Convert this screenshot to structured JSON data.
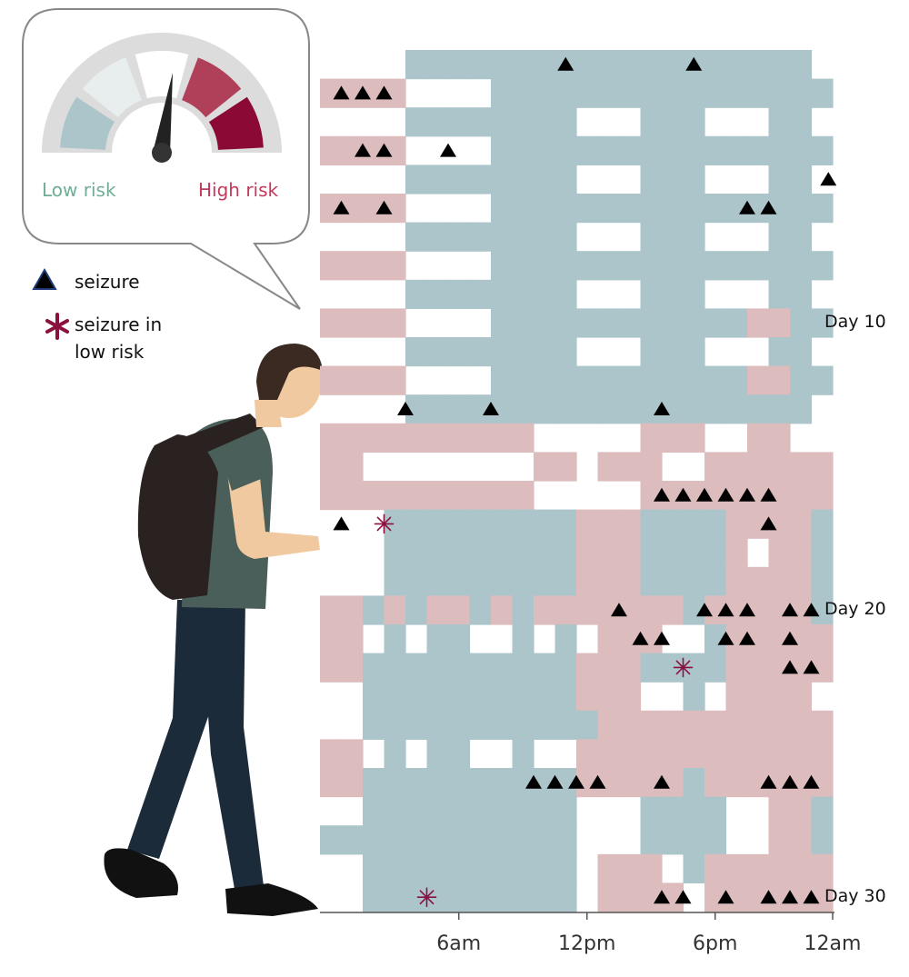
{
  "colors": {
    "low": "#acc5ca",
    "high": "#dcbcbc",
    "none": "#ffffff",
    "seizure": "#000000",
    "low_risk_seizure": "#8a1040",
    "axis": "#555555"
  },
  "gauge": {
    "low_label": "Low risk",
    "high_label": "High risk"
  },
  "legend": {
    "seizure_label": "seizure",
    "low_risk_line1": "seizure in",
    "low_risk_line2": "low risk"
  },
  "chart_data": {
    "type": "heatmap",
    "x_unit": "hour of day",
    "x_range": [
      -0.5,
      23.5
    ],
    "y_unit": "day",
    "y_range": [
      1,
      30
    ],
    "x_ticks": [
      {
        "x": 6,
        "label": "6am"
      },
      {
        "x": 12,
        "label": "12pm"
      },
      {
        "x": 18,
        "label": "6pm"
      },
      {
        "x": 23.5,
        "label": "12am"
      }
    ],
    "y_labels": [
      {
        "day": 10,
        "label": "Day 10"
      },
      {
        "day": 20,
        "label": "Day 20"
      },
      {
        "day": 30,
        "label": "Day 30"
      }
    ],
    "risk_key": "L = low risk, H = high risk, - = no estimate; column index 0 = first hour cell from the left",
    "risk_grid": [
      "----LLLLLLLLLLLLLLLLLLL-",
      "HHHH----LLLLLLLLLLLLLLLL",
      "----LLLLLLLL---LLL---LL-",
      "HHHH----LLLLLLLLLLLLLLLL",
      "----LLLLLLLL---LLL---LL-",
      "HHHH----LLLLLLLLLLLLLLLL",
      "----LLLLLLLL---LLL---LL-",
      "HHHH----LLLLLLLLLLLLLLLL",
      "----LLLLLLLL---LLL---LL-",
      "HHHH----LLLLLLLLLLLLHHLL",
      "----LLLLLLLL---LLL---LL-",
      "HHHH----LLLLLLLLLLLLHHLL",
      "----LLLLLLLLLLLLLLLLLLL-",
      "HHHHHHHHHH-----HHH--HH--",
      "HH--------HH-HHH--HHHHHH",
      "HHHHHHHHHH-----HHHHHHHHH",
      "---LLLLLLLLLHHHLLLLHHHHL",
      "---LLLLLLLLLHHHLLLLH-HHL",
      "---LLLLLLLLLHHHLLLLHHHHL",
      "HHLHLHHLHLHHHHHHHLHHHHHL",
      "HH-L-LL--L-L-HHH--LHHHHH",
      "HHLLLLLLLLLLHHHLLLLHHHHH",
      "--LLLLLLLLLLHHH--L-HHHH-",
      "--LLLLLLLLLLLHHHHHHHHHHH",
      "HH-L-LL--L--HHHHHHHHHHHH",
      "HHLLLLLLLLLLHHHHHLHHHHHH",
      "--LLLLLLLLLL---LLLL--HHL",
      "LLLLLLLLLLLL---LLLL--HHL",
      "--LLLLLLLLLL-HHH-LHHHHHH",
      "--LLLLLLLLLL-HHHH-HHHHHH"
    ],
    "seizures": [
      {
        "day": 1,
        "hour": 11
      },
      {
        "day": 1,
        "hour": 17
      },
      {
        "day": 2,
        "hour": 0.5
      },
      {
        "day": 2,
        "hour": 1.5
      },
      {
        "day": 2,
        "hour": 2.5
      },
      {
        "day": 4,
        "hour": 1.5
      },
      {
        "day": 4,
        "hour": 2.5
      },
      {
        "day": 4,
        "hour": 5.5
      },
      {
        "day": 5,
        "hour": 23.3
      },
      {
        "day": 6,
        "hour": 0.5
      },
      {
        "day": 6,
        "hour": 2.5
      },
      {
        "day": 6,
        "hour": 19.5
      },
      {
        "day": 6,
        "hour": 20.5
      },
      {
        "day": 13,
        "hour": 3.5
      },
      {
        "day": 13,
        "hour": 7.5
      },
      {
        "day": 13,
        "hour": 15.5
      },
      {
        "day": 16,
        "hour": 15.5
      },
      {
        "day": 16,
        "hour": 16.5
      },
      {
        "day": 16,
        "hour": 17.5
      },
      {
        "day": 16,
        "hour": 18.5
      },
      {
        "day": 16,
        "hour": 19.5
      },
      {
        "day": 16,
        "hour": 20.5
      },
      {
        "day": 17,
        "hour": 0.5
      },
      {
        "day": 17,
        "hour": 20.5
      },
      {
        "day": 20,
        "hour": 13.5
      },
      {
        "day": 20,
        "hour": 17.5
      },
      {
        "day": 20,
        "hour": 18.5
      },
      {
        "day": 20,
        "hour": 19.5
      },
      {
        "day": 20,
        "hour": 21.5
      },
      {
        "day": 20,
        "hour": 22.5
      },
      {
        "day": 21,
        "hour": 14.5
      },
      {
        "day": 21,
        "hour": 15.5
      },
      {
        "day": 21,
        "hour": 18.5
      },
      {
        "day": 21,
        "hour": 19.5
      },
      {
        "day": 21,
        "hour": 21.5
      },
      {
        "day": 22,
        "hour": 21.5
      },
      {
        "day": 22,
        "hour": 22.5
      },
      {
        "day": 26,
        "hour": 9.5
      },
      {
        "day": 26,
        "hour": 10.5
      },
      {
        "day": 26,
        "hour": 11.5
      },
      {
        "day": 26,
        "hour": 12.5
      },
      {
        "day": 26,
        "hour": 15.5
      },
      {
        "day": 26,
        "hour": 20.5
      },
      {
        "day": 26,
        "hour": 21.5
      },
      {
        "day": 26,
        "hour": 22.5
      },
      {
        "day": 30,
        "hour": 15.5
      },
      {
        "day": 30,
        "hour": 16.5
      },
      {
        "day": 30,
        "hour": 18.5
      },
      {
        "day": 30,
        "hour": 20.5
      },
      {
        "day": 30,
        "hour": 21.5
      },
      {
        "day": 30,
        "hour": 22.5
      }
    ],
    "low_risk_seizures": [
      {
        "day": 17,
        "hour": 2.5
      },
      {
        "day": 22,
        "hour": 16.5
      },
      {
        "day": 30,
        "hour": 4.5
      }
    ]
  }
}
